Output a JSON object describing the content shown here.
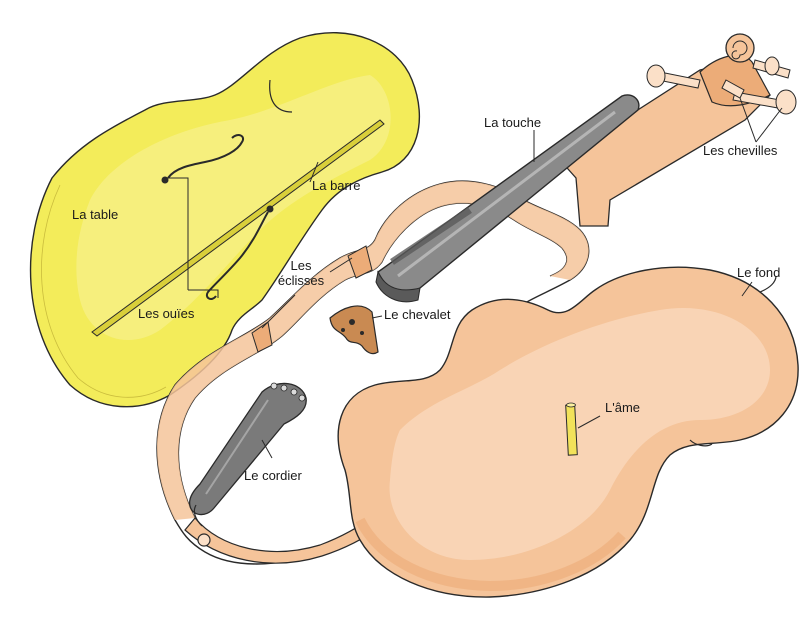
{
  "labels": {
    "la_table": "La table",
    "la_barre": "La barre",
    "les_ouies": "Les ouïes",
    "les_eclisses": "Les\néclisses",
    "le_chevalet": "Le chevalet",
    "la_touche": "La touche",
    "les_chevilles": "Les chevilles",
    "le_fond": "Le fond",
    "l_ame": "L'âme",
    "le_cordier": "Le cordier"
  },
  "colors": {
    "table_fill": "#f3ec5a",
    "table_fill_light": "#f8f29a",
    "wood_fill": "#f5c49a",
    "wood_fill_light": "#fbe0c8",
    "wood_fill_dark": "#ecac78",
    "fingerboard": "#8a8a8a",
    "fingerboard_dark": "#5a5a5a",
    "ink": "#2a2a2a",
    "soundpost": "#f2e25a"
  }
}
